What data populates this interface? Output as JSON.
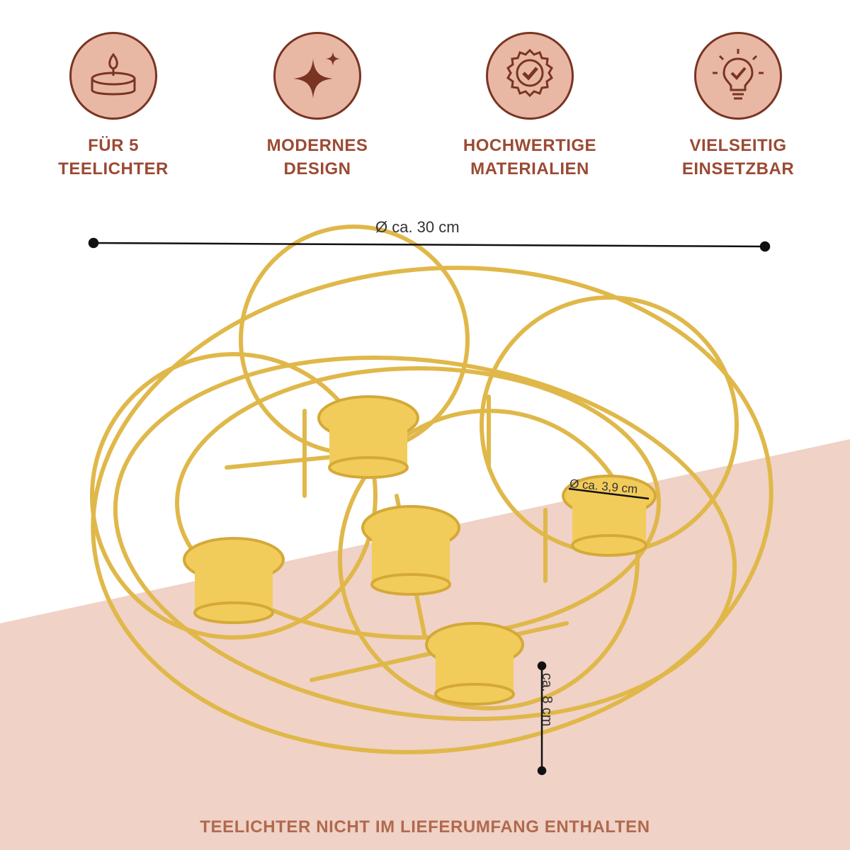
{
  "features": [
    {
      "icon": "tealight-candle-icon",
      "line1": "FÜR 5",
      "line2": "TEELICHTER"
    },
    {
      "icon": "sparkle-icon",
      "line1": "MODERNES",
      "line2": "DESIGN"
    },
    {
      "icon": "quality-seal-check-icon",
      "line1": "HOCHWERTIGE",
      "line2": "MATERIALIEN"
    },
    {
      "icon": "lightbulb-check-icon",
      "line1": "VIELSEITIG",
      "line2": "EINSETZBAR"
    }
  ],
  "dimensions": {
    "diameter": "Ø ca. 30 cm",
    "tealight_diameter": "Ø ca. 3,9 cm",
    "height": "ca. 8 cm"
  },
  "footer": "TEELICHTER NICHT IM LIEFERUMFANG ENTHALTEN",
  "colors": {
    "badge_fill": "#e8b8a5",
    "badge_stroke": "#7a3422",
    "label_text": "#9b4a34",
    "footer_text": "#b0694e",
    "background_pink": "#f0d2c6",
    "gold": "#e0b84a"
  }
}
